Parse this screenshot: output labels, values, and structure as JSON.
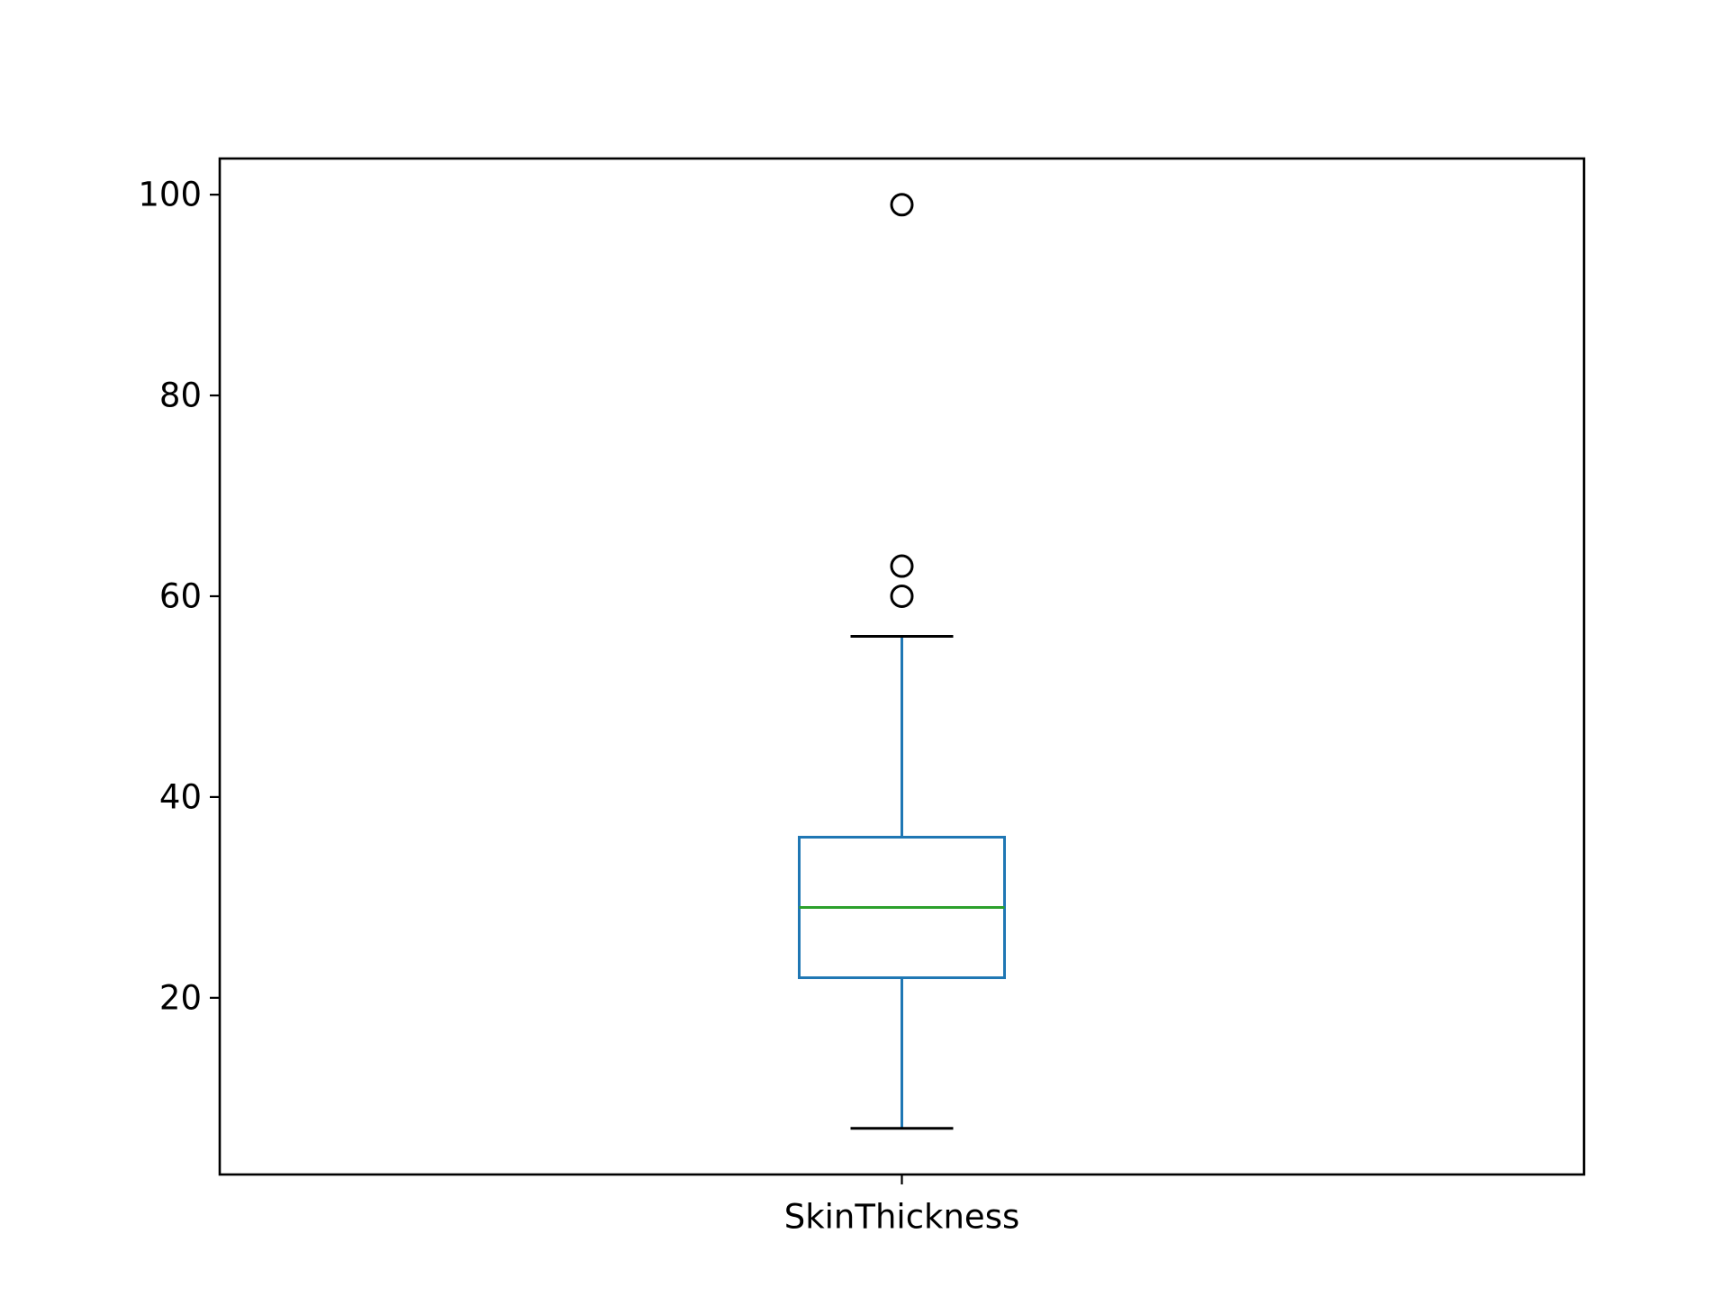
{
  "chart_data": {
    "type": "box",
    "title": "",
    "xlabel": "",
    "ylabel": "",
    "categories": [
      "SkinThickness"
    ],
    "boxes": [
      {
        "category": "SkinThickness",
        "whisker_low": 7,
        "q1": 22,
        "median": 29,
        "q3": 36,
        "whisker_high": 56,
        "outliers": [
          60,
          63,
          99
        ]
      }
    ],
    "ylim": [
      2.4,
      103.6
    ],
    "yticks": [
      20,
      40,
      60,
      80,
      100
    ],
    "grid": false,
    "colors": {
      "box": "#1f77b4",
      "median": "#2ca02c",
      "caps": "#000000",
      "outliers": "#000000",
      "frame": "#000000"
    }
  }
}
